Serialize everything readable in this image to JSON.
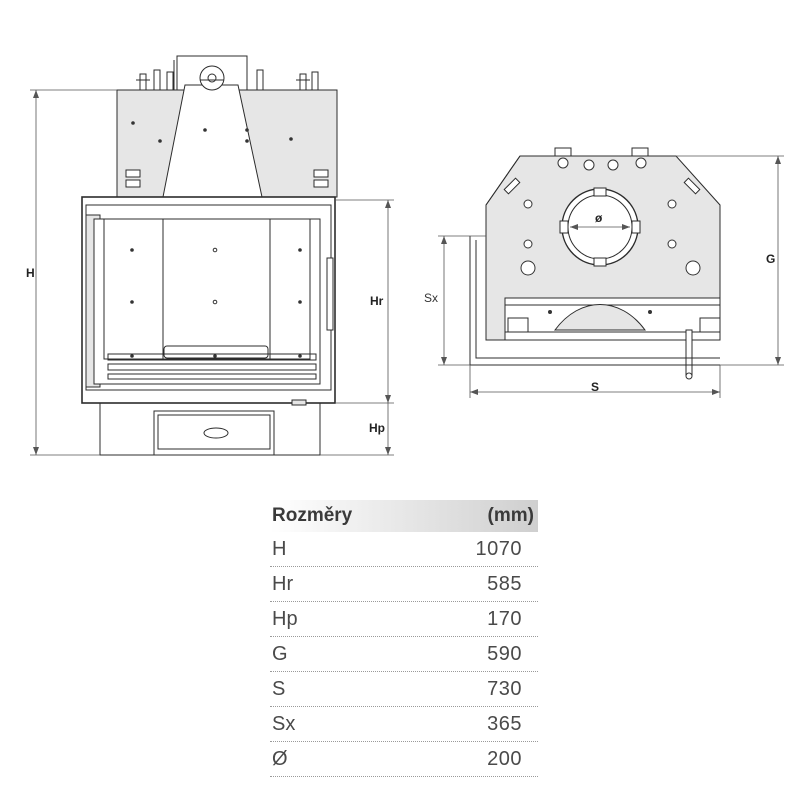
{
  "labels": {
    "H": "H",
    "Hr": "Hr",
    "Hp": "Hp",
    "Sx": "Sx",
    "G": "G",
    "S": "S",
    "diameter": "ø"
  },
  "table": {
    "header_name": "Rozměry",
    "header_unit": "(mm)",
    "rows": [
      {
        "name": "H",
        "value": "1070"
      },
      {
        "name": "Hr",
        "value": "585"
      },
      {
        "name": "Hp",
        "value": "170"
      },
      {
        "name": "G",
        "value": "590"
      },
      {
        "name": "S",
        "value": "730"
      },
      {
        "name": "Sx",
        "value": "365"
      },
      {
        "name": "Ø",
        "value": "200"
      }
    ]
  }
}
